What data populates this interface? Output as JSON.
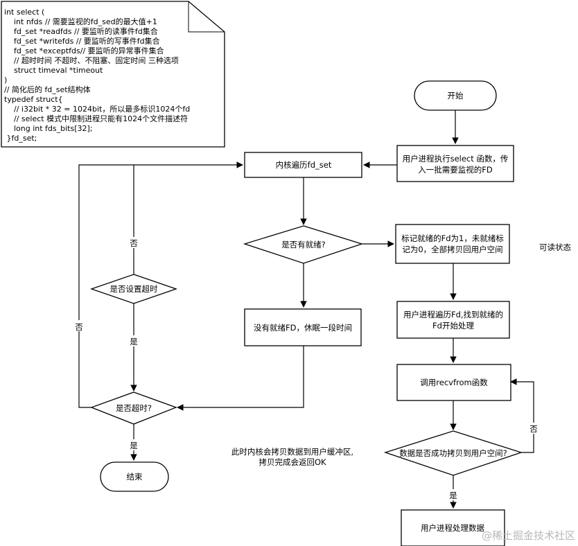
{
  "code_note": {
    "lines": [
      "int select (",
      "    int nfds // 需要监视的fd_sed的最大值+1",
      "    fd_set *readfds // 要监听的读事件fd集合",
      "    fd_set *writefds // 要监听的写事件fd集合",
      "    fd_set *exceptfds// 要监听的异常事件集合",
      "    // 超时时间 不超时、不阻塞、固定时间 三种选项",
      "    struct timeval *timeout",
      ")",
      "// 简化后的 fd_set结构体",
      "typedef struct{",
      "    // i32bit * 32 = 1024bit，所以最多标识1024个fd",
      "    // select 模式中限制进程只能有1024个文件描述符",
      "    long int fds_bits[32];",
      " }fd_set;"
    ]
  },
  "nodes": {
    "start": {
      "text": "开始"
    },
    "user_call": {
      "lines": [
        "用户进程执行select 函数，传",
        "入一批需要监视的FD"
      ]
    },
    "kernel_traverse": {
      "text": "内核遍历fd_set"
    },
    "is_ready": {
      "text": "是否有就绪?"
    },
    "mark_ready": {
      "lines": [
        "标记就绪的Fd为1，未就绪标",
        "记为0，全部拷贝回用户空间"
      ]
    },
    "no_ready_sleep": {
      "text": "没有就绪FD，休眠一段时间"
    },
    "is_timeout_set": {
      "text": "是否设置超时"
    },
    "is_timed_out": {
      "text": "是否超时?"
    },
    "end": {
      "text": "结束"
    },
    "user_traverse": {
      "lines": [
        "用户进程遍历Fd,找到就绪的",
        "Fd开始处理"
      ]
    },
    "call_recvfrom": {
      "text": "调用recvfrom函数"
    },
    "copy_success": {
      "text": "数据是否成功拷贝到用户空间?"
    },
    "user_process_data": {
      "text": "用户进程处理数据"
    }
  },
  "edge_labels": {
    "no_timeout_set": "否",
    "yes_timeout_set": "是",
    "no_timed_out": "否",
    "yes_timed_out": "是",
    "no_copy": "否",
    "yes_copy": "是"
  },
  "side_texts": {
    "readable": "可读状态",
    "kernel_copy": [
      "此时内核会拷贝数据到用户缓冲区,",
      "拷贝完成会返回OK"
    ]
  },
  "watermark": "@稀土掘金技术社区",
  "colors": {
    "stroke": "#000000",
    "background": "#ffffff",
    "watermark": "#b8b8b8"
  }
}
